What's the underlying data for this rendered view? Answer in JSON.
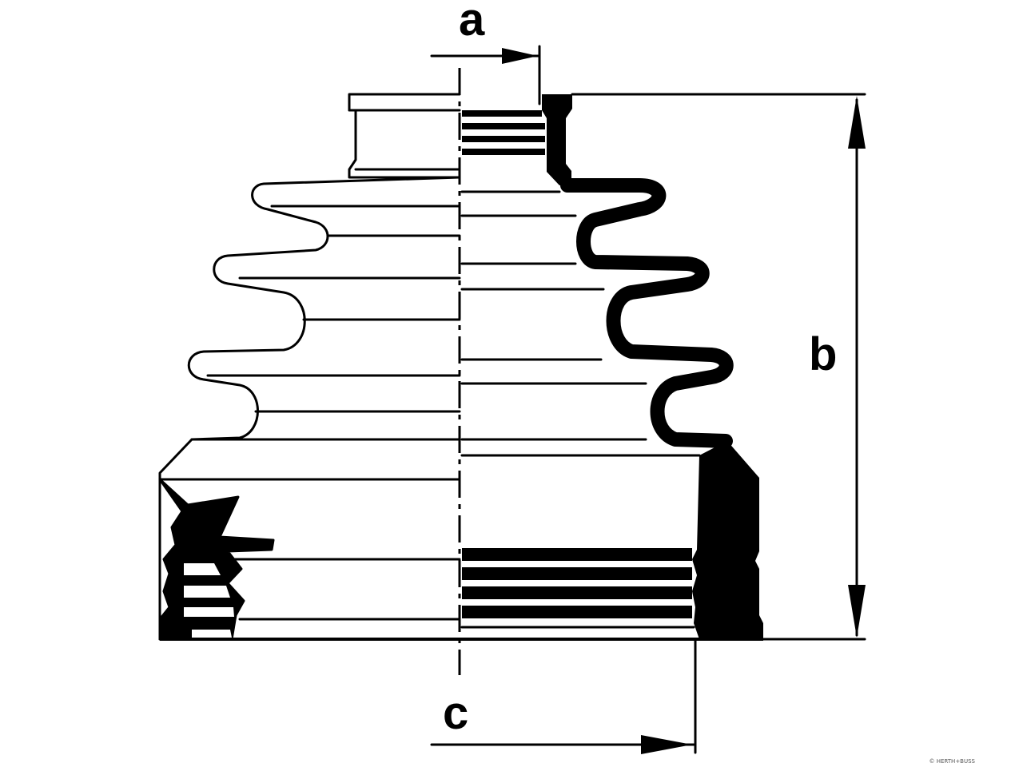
{
  "diagram": {
    "dimension_labels": {
      "a": "a",
      "b": "b",
      "c": "c"
    },
    "credit": "© HERTH+BUSS",
    "colors": {
      "stroke": "#000000",
      "background": "#ffffff"
    }
  }
}
